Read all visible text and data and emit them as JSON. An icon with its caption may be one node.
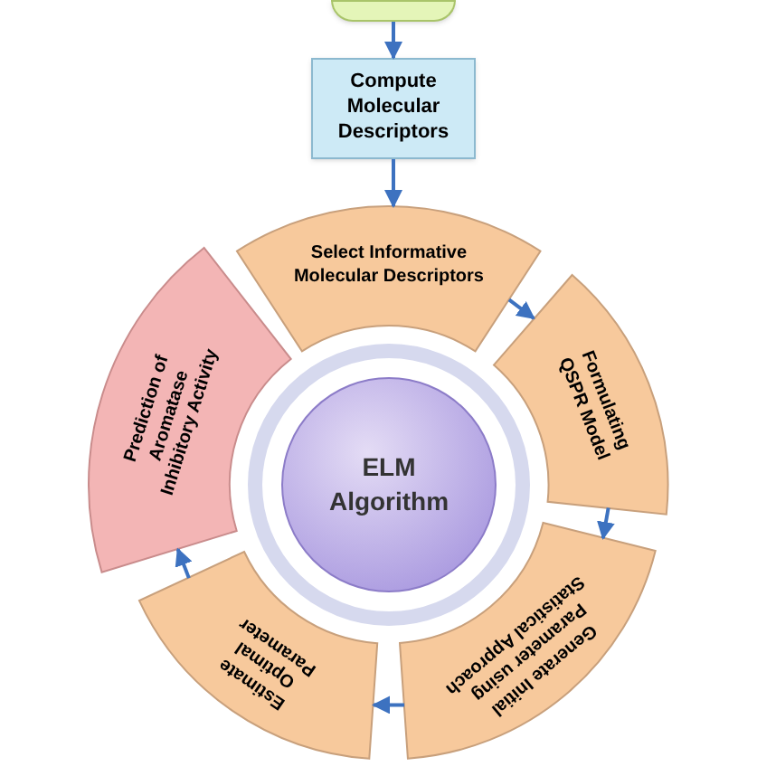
{
  "diagram": {
    "nodes": [
      {
        "text": [],
        "shape": "box"
      },
      {
        "text": [
          "Compute Molecular Descriptors"
        ]
      },
      {
        "text": [
          "Select Informative Molecular Descriptors"
        ]
      },
      {
        "text": [
          "Formulating QSPR Model"
        ]
      },
      {
        "text": [
          "Generate Initial Parameter using Statistical Approach"
        ]
      },
      {
        "text": [
          "Estimate Optimal Parameter"
        ]
      },
      {
        "text": [
          "Prediction of Aromatase Inhibitory Activity"
        ]
      },
      {
        "text": [
          "ELM Algorithm"
        ]
      }
    ],
    "edges": [
      {
        "from": 0,
        "to": 1,
        "arrow": "to"
      },
      {
        "from": 1,
        "to": 2,
        "arrow": "to"
      },
      {
        "from": 2,
        "to": 3,
        "arrow": "to"
      },
      {
        "from": 3,
        "to": 4,
        "arrow": "to"
      },
      {
        "from": 4,
        "to": 5,
        "arrow": "to"
      },
      {
        "from": 5,
        "to": 6,
        "arrow": "to"
      }
    ]
  }
}
